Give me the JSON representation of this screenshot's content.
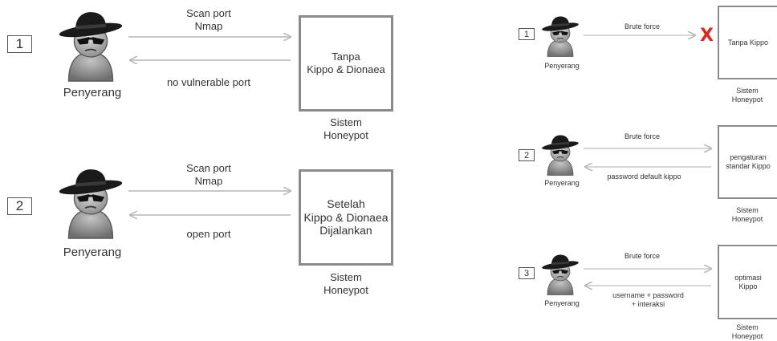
{
  "left": {
    "scenario1": {
      "number": "1",
      "attacker_label": "Penyerang",
      "arrow_top_label": "Scan port\nNmap",
      "arrow_bottom_label": "no vulnerable port",
      "box_text": "Tanpa\nKippo & Dionaea",
      "system_label": "Sistem\nHoneypot"
    },
    "scenario2": {
      "number": "2",
      "attacker_label": "Penyerang",
      "arrow_top_label": "Scan port\nNmap",
      "arrow_bottom_label": "open port",
      "box_text": "Setelah\nKippo & Dionaea\nDijalankan",
      "system_label": "Sistem\nHoneypot"
    }
  },
  "right": {
    "scenario1": {
      "number": "1",
      "attacker_label": "Penyerang",
      "arrow_top_label": "Brute force",
      "blocked_mark": "X",
      "box_text": "Tanpa Kippo",
      "system_label": "Sistem\nHoneypot"
    },
    "scenario2": {
      "number": "2",
      "attacker_label": "Penyerang",
      "arrow_top_label": "Brute force",
      "arrow_bottom_label": "password default kippo",
      "box_text": "pengaturan\nstandar Kippo",
      "system_label": "Sistem\nHoneypot"
    },
    "scenario3": {
      "number": "3",
      "attacker_label": "Penyerang",
      "arrow_top_label": "Brute force",
      "arrow_bottom_label": "username + password\n+ interaksi",
      "box_text": "optimasi\nKippo",
      "system_label": "Sistem\nHoneypot"
    }
  },
  "colors": {
    "arrow": "#c8c8c8",
    "box_border": "#8a8a8a",
    "blocked": "#e0261f",
    "hat": "#1a1a1a",
    "body": "#8d8d8d"
  },
  "icon": "spy-attacker-icon"
}
